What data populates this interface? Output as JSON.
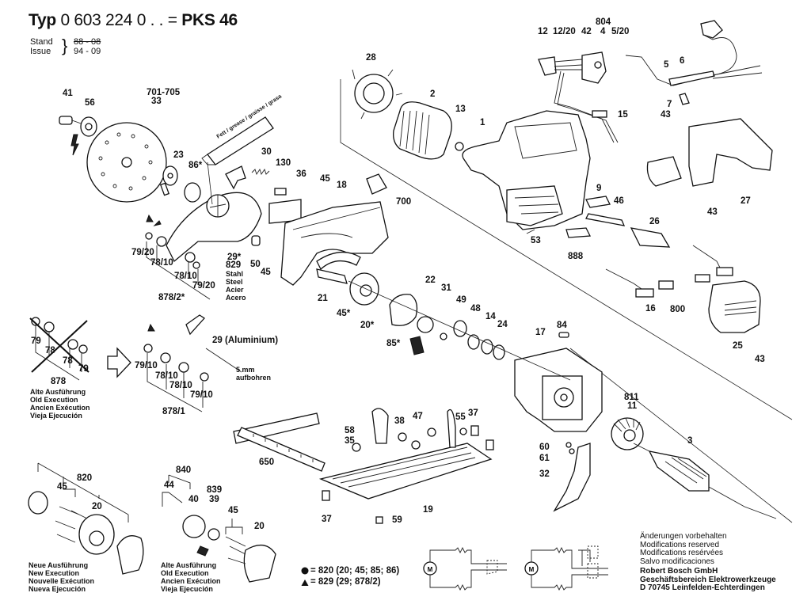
{
  "header": {
    "typ_prefix": "Typ",
    "part_number": "0 603 224 0 . .",
    "equals": "=",
    "model": "PKS 46",
    "stand_label": "Stand",
    "issue_label": "Issue",
    "stand_value": "88 - 08",
    "issue_value": "94 - 09"
  },
  "labels": {
    "p41": "41",
    "p56": "56",
    "p701": "701-705",
    "p33": "33",
    "p23": "23",
    "p86": "86*",
    "p30": "30",
    "p130": "130",
    "p36": "36",
    "p45a": "45",
    "p18": "18",
    "p28": "28",
    "p2": "2",
    "p13": "13",
    "p1": "1",
    "p700": "700",
    "p12": "12",
    "p12_20": "12/20",
    "p42": "42",
    "p804": "804",
    "p4": "4",
    "p5_20": "5/20",
    "p5": "5",
    "p6": "6",
    "p7": "7",
    "p43a": "43",
    "p15": "15",
    "p9": "9",
    "p46": "46",
    "p53": "53",
    "p888": "888",
    "p43b": "43",
    "p27": "27",
    "p26": "26",
    "p16": "16",
    "p800": "800",
    "p25": "25",
    "p43c": "43",
    "p79_20a": "79/20",
    "p78_10a": "78/10",
    "p78_10b": "78/10",
    "p79_20b": "79/20",
    "p878_2": "878/2*",
    "p29": "29*",
    "p829": "829",
    "p50": "50",
    "p45b": "45",
    "p21": "21",
    "p45c": "45*",
    "p20a": "20*",
    "p85": "85*",
    "p22": "22",
    "p31": "31",
    "p49": "49",
    "p48": "48",
    "p14": "14",
    "p24": "24",
    "p17": "17",
    "p84": "84",
    "p811": "811",
    "p11": "11",
    "p3": "3",
    "p60": "60",
    "p61": "61",
    "p32": "32",
    "p38": "38",
    "p47": "47",
    "p55": "55",
    "p37a": "37",
    "p58": "58",
    "p35": "35",
    "p650": "650",
    "p37b": "37",
    "p19": "19",
    "p59": "59",
    "p79a": "79",
    "p78a": "78",
    "p78b": "78",
    "p79b": "79",
    "p878": "878",
    "p29_al": "29 (Aluminium)",
    "p79_10a": "79/10",
    "p78_10c": "78/10",
    "p78_10d": "78/10",
    "p79_10b": "79/10",
    "p878_1": "878/1",
    "p820": "820",
    "p45d": "45",
    "p20b": "20",
    "p840": "840",
    "p44": "44",
    "p40": "40",
    "p839": "839",
    "p39": "39",
    "p45e": "45",
    "p20c": "20"
  },
  "notes": {
    "material": [
      "Stahl",
      "Steel",
      "Acier",
      "Acero"
    ],
    "grease_tube": "Fett / grease / graisse / grasa",
    "drill": [
      "5 mm",
      "aufbohren"
    ],
    "old_execution_a": [
      "Alte Ausführung",
      "Old Execution",
      "Ancien Exécution",
      "Vieja Ejecución"
    ],
    "old_execution_b": [
      "Alte Ausführung",
      "Old Execution",
      "Ancien Exécution",
      "Vieja Ejecución"
    ],
    "new_execution": [
      "Neue Ausführung",
      "New Execution",
      "Nouvelle Exécution",
      "Nueva Ejecución"
    ]
  },
  "legend": {
    "circle_row": "= 820 (20; 45; 85; 86)",
    "triangle_row": "= 829 (29; 878/2)"
  },
  "circuit": {
    "motor_symbol": "M"
  },
  "footer": {
    "modifications": [
      "Änderungen vorbehalten",
      "Modifications reserved",
      "Modifications resérvées",
      "Salvo modificaciones"
    ],
    "company": [
      "Robert Bosch GmbH",
      "Geschäftsbereich Elektrowerkzeuge",
      "D 70745 Leinfelden-Echterdingen"
    ]
  }
}
